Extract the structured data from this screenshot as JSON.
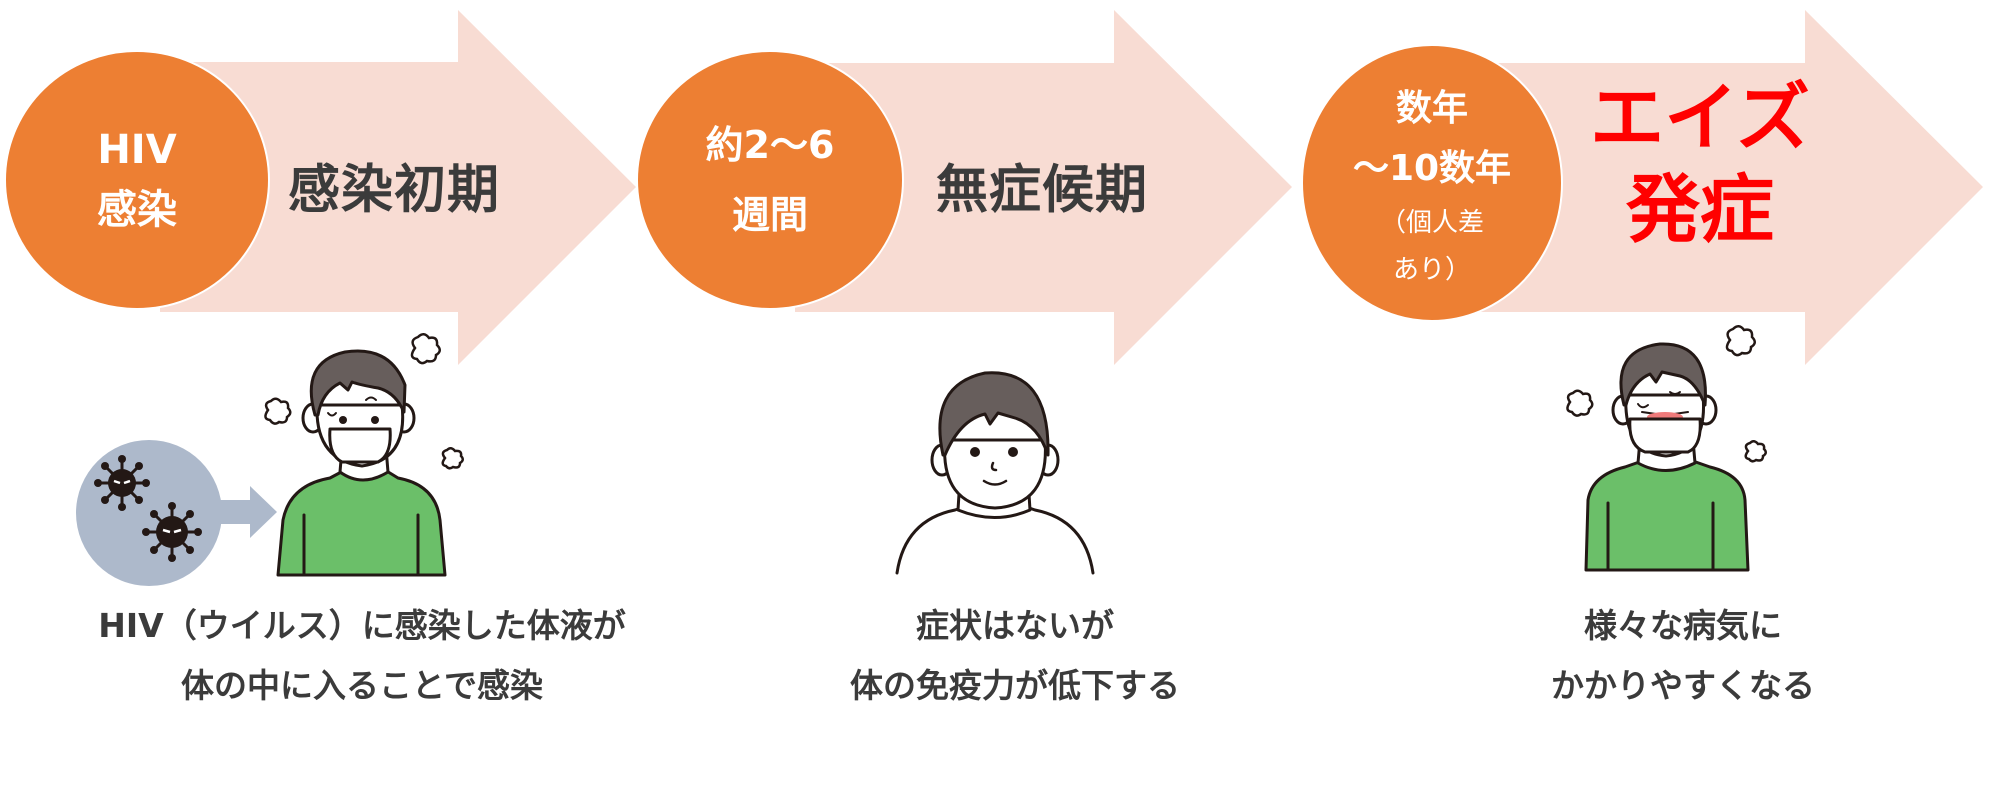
{
  "colors": {
    "arrow_fill": "#f8dcd3",
    "circle_fill": "#ed7f33",
    "circle_text": "#ffffff",
    "stage_text": "#3b3b3b",
    "aids_text": "#ff0000",
    "shirt_green": "#6bbf69",
    "hair": "#675e5c",
    "virus_bubble": "#adb9cb"
  },
  "stages": [
    {
      "circle_lines": [
        "HIV",
        "感染"
      ],
      "label": "感染初期",
      "caption_lines": [
        "HIV（ウイルス）に感染した体液が",
        "体の中に入ることで感染"
      ],
      "illustration": "masked-person-with-virus"
    },
    {
      "circle_lines": [
        "約2～6",
        "週間"
      ],
      "label": "無症候期",
      "caption_lines": [
        "症状はないが",
        "体の免疫力が低下する"
      ],
      "illustration": "smiling-person"
    },
    {
      "circle_lines": [
        "数年",
        "～10数年",
        "（個人差",
        "あり）"
      ],
      "label_lines": [
        "エイズ",
        "発症"
      ],
      "caption_lines": [
        "様々な病気に",
        "かかりやすくなる"
      ],
      "illustration": "sick-masked-person"
    }
  ]
}
